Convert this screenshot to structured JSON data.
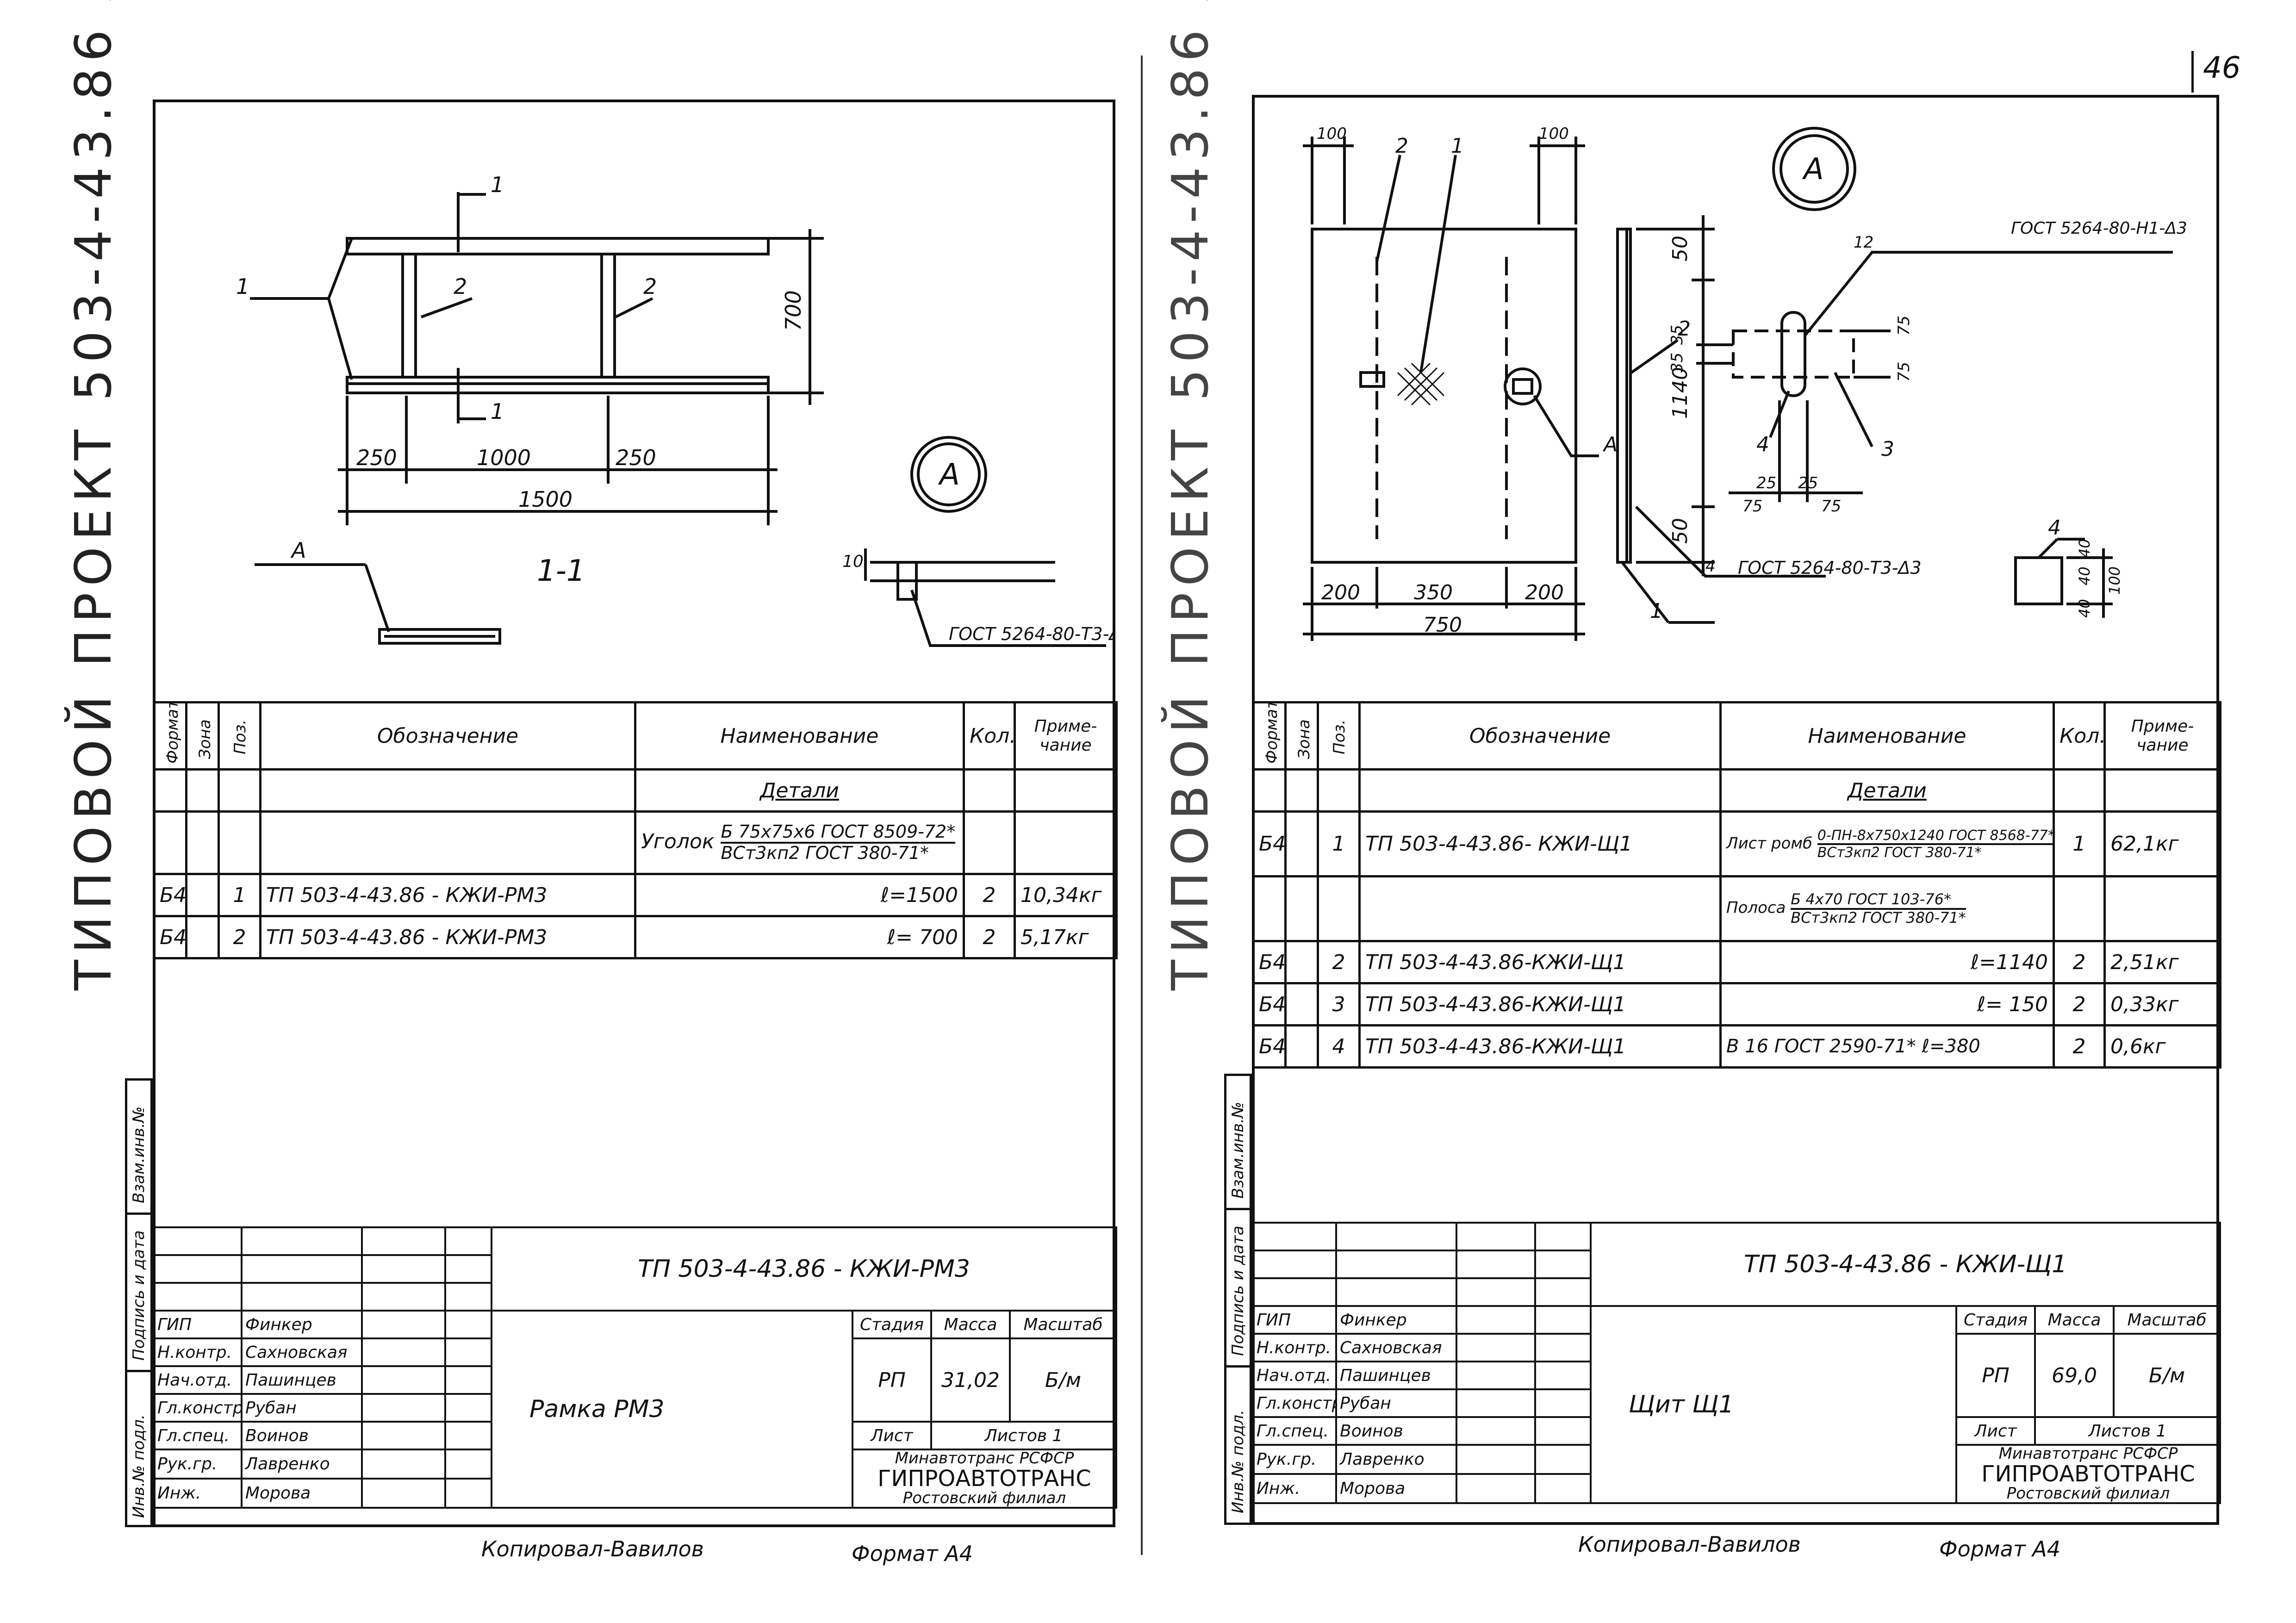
{
  "page_number": "46",
  "left": {
    "album_title": "ТИПОВОЙ ПРОЕКТ 503-4-43.86 АЛЬБОМ IV",
    "drawing": {
      "pos1": "1",
      "pos2a": "2",
      "pos2b": "2",
      "section_mark_top": "1",
      "section_mark_bottom": "1",
      "dim_700": "700",
      "dim_250a": "250",
      "dim_1000": "1000",
      "dim_250b": "250",
      "dim_1500": "1500",
      "view_a": "A",
      "callout_a": "A",
      "section_title": "1-1",
      "weld_10": "10",
      "weld_note": "ГОСТ 5264-80-Т3-Δ6"
    },
    "spec": {
      "headers": [
        "Формат",
        "Зона",
        "Поз.",
        "Обозначение",
        "Наименование",
        "Кол.",
        "Приме-чание"
      ],
      "section": "Детали",
      "profile_prefix": "Уголок",
      "profile_num": "Б 75х75х6 ГОСТ 8509-72*",
      "profile_den": "ВСт3кп2 ГОСТ 380-71*",
      "rows": [
        {
          "fmt": "Б4",
          "zone": "",
          "pos": "1",
          "des": "ТП 503-4-43.86 - КЖИ-РМ3",
          "name": "ℓ=1500",
          "qty": "2",
          "note": "10,34кг"
        },
        {
          "fmt": "Б4",
          "zone": "",
          "pos": "2",
          "des": "ТП 503-4-43.86 - КЖИ-РМ3",
          "name": "ℓ= 700",
          "qty": "2",
          "note": "5,17кг"
        }
      ]
    },
    "side_labels": [
      "Инв.№ подл.",
      "Подпись и дата",
      "Взам.инв.№"
    ],
    "title_block": {
      "code": "ТП 503-4-43.86 - КЖИ-РМ3",
      "name": "Рамка РМ3",
      "stage_label": "Стадия",
      "mass_label": "Масса",
      "scale_label": "Масштаб",
      "stage": "РП",
      "mass": "31,02",
      "scale": "Б/м",
      "sheet_label": "Лист",
      "sheets_label": "Листов 1",
      "org1": "Минавтотранс РСФСР",
      "org2": "ГИПРОАВТОТРАНС",
      "org3": "Ростовский филиал",
      "people": [
        {
          "role": "ГИП",
          "name": "Финкер"
        },
        {
          "role": "Н.контр.",
          "name": "Сахновская"
        },
        {
          "role": "Нач.отд.",
          "name": "Пашинцев"
        },
        {
          "role": "Гл.констр.",
          "name": "Рубан"
        },
        {
          "role": "Гл.спец.",
          "name": "Воинов"
        },
        {
          "role": "Рук.гр.",
          "name": "Лавренко"
        },
        {
          "role": "Инж.",
          "name": "Морова"
        }
      ]
    },
    "copied": "Копировал-Вавилов",
    "format": "Формат А4"
  },
  "right": {
    "album_title": "ТИПОВОЙ ПРОЕКТ 503-4-43.86 АЛЬБОМ IV",
    "drawing": {
      "dim_100a": "100",
      "dim_100b": "100",
      "pos2": "2",
      "pos1": "1",
      "dim_50a": "50",
      "dim_1140": "1140",
      "dim_50b": "50",
      "pos2_side": "2",
      "pos1_side": "1",
      "weld_4": "4",
      "weld_note1": "ГОСТ 5264-80-Т3-Δ3",
      "dim_200a": "200",
      "dim_350": "350",
      "dim_200b": "200",
      "dim_750": "750",
      "callout_a": "A",
      "view_a": "A",
      "detail_note": "ГОСТ 5264-80-Н1-Δ3",
      "detail_12": "12",
      "d35a": "35",
      "d35b": "35",
      "d75a": "75",
      "d75b": "75",
      "d25a": "25",
      "d25b": "25",
      "d75c": "75",
      "d75d": "75",
      "pos4": "4",
      "pos3": "3",
      "pos4b": "4",
      "d40a": "40",
      "d40b": "40",
      "d100": "100",
      "d40c": "40"
    },
    "spec": {
      "headers": [
        "Формат",
        "Зона",
        "Поз.",
        "Обозначение",
        "Наименование",
        "Кол.",
        "Приме-чание"
      ],
      "section": "Детали",
      "rows": [
        {
          "fmt": "Б4",
          "zone": "",
          "pos": "1",
          "des": "ТП 503-4-43.86- КЖИ-Щ1",
          "name_prefix": "Лист ромб",
          "name_num": "0-ПН-8х750х1240 ГОСТ 8568-77*",
          "name_den": "ВСт3кп2 ГОСТ 380-71*",
          "qty": "1",
          "note": "62,1кг"
        },
        {
          "fmt": "",
          "zone": "",
          "pos": "",
          "des": "",
          "name_prefix": "Полоса",
          "name_num": "Б 4х70 ГОСТ 103-76*",
          "name_den": "ВСт3кп2 ГОСТ 380-71*",
          "qty": "",
          "note": ""
        },
        {
          "fmt": "Б4",
          "zone": "",
          "pos": "2",
          "des": "ТП 503-4-43.86-КЖИ-Щ1",
          "name": "ℓ=1140",
          "qty": "2",
          "note": "2,51кг"
        },
        {
          "fmt": "Б4",
          "zone": "",
          "pos": "3",
          "des": "ТП 503-4-43.86-КЖИ-Щ1",
          "name": "ℓ= 150",
          "qty": "2",
          "note": "0,33кг"
        },
        {
          "fmt": "Б4",
          "zone": "",
          "pos": "4",
          "des": "ТП 503-4-43.86-КЖИ-Щ1",
          "name": "В 16 ГОСТ 2590-71* ℓ=380",
          "qty": "2",
          "note": "0,6кг"
        }
      ]
    },
    "side_labels": [
      "Инв.№ подл.",
      "Подпись и дата",
      "Взам.инв.№"
    ],
    "title_block": {
      "code": "ТП 503-4-43.86 - КЖИ-Щ1",
      "name": "Щит Щ1",
      "stage_label": "Стадия",
      "mass_label": "Масса",
      "scale_label": "Масштаб",
      "stage": "РП",
      "mass": "69,0",
      "scale": "Б/м",
      "sheet_label": "Лист",
      "sheets_label": "Листов 1",
      "org1": "Минавтотранс РСФСР",
      "org2": "ГИПРОАВТОТРАНС",
      "org3": "Ростовский филиал",
      "people": [
        {
          "role": "ГИП",
          "name": "Финкер"
        },
        {
          "role": "Н.контр.",
          "name": "Сахновская"
        },
        {
          "role": "Нач.отд.",
          "name": "Пашинцев"
        },
        {
          "role": "Гл.констр.",
          "name": "Рубан"
        },
        {
          "role": "Гл.спец.",
          "name": "Воинов"
        },
        {
          "role": "Рук.гр.",
          "name": "Лавренко"
        },
        {
          "role": "Инж.",
          "name": "Морова"
        }
      ]
    },
    "copied": "Копировал-Вавилов",
    "format": "Формат А4"
  }
}
